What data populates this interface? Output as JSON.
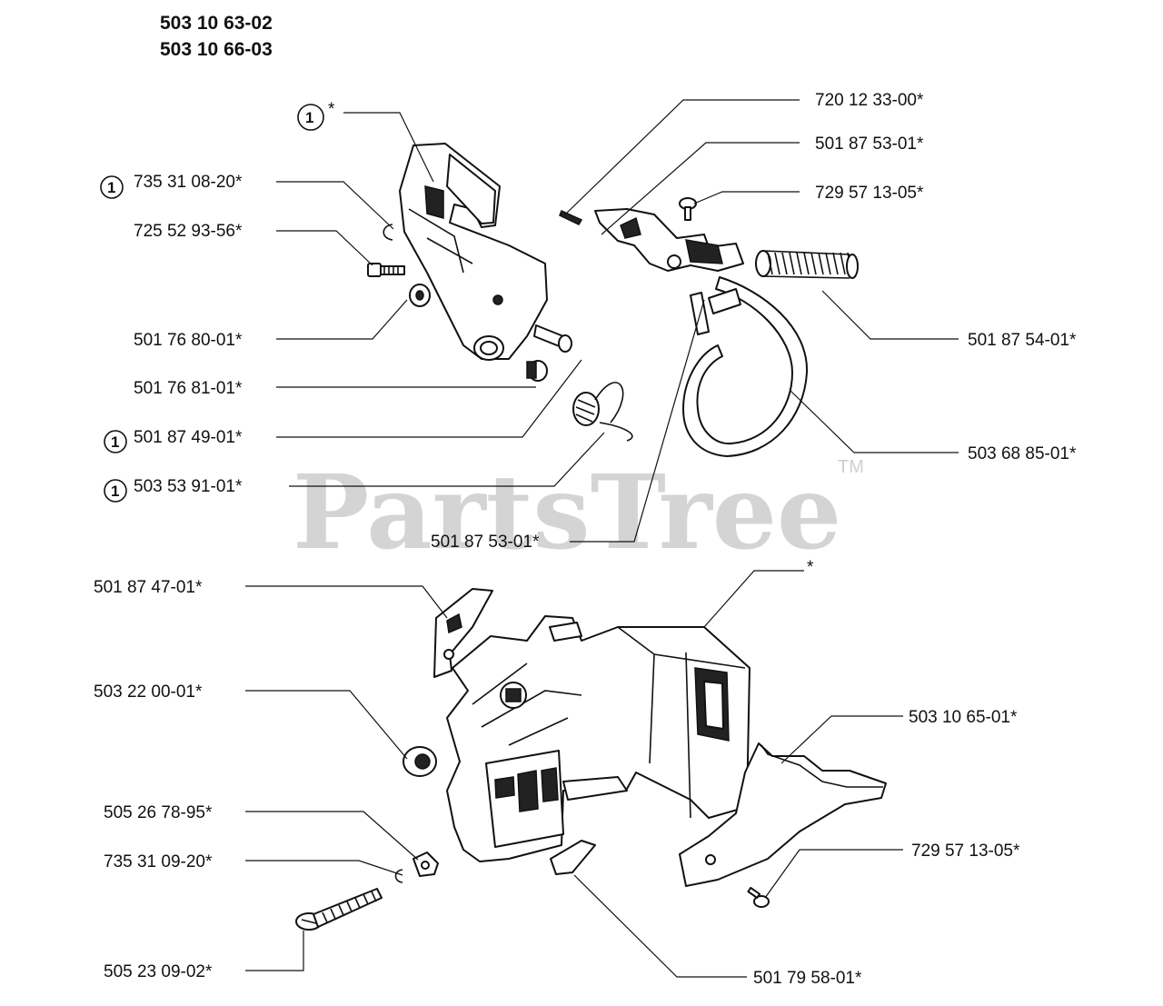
{
  "header": {
    "model_1": "503 10 63-02",
    "model_2": "503 10 66-03"
  },
  "watermark": {
    "text": "PartsTree",
    "trademark": "TM"
  },
  "kit_marker": "1",
  "labels": {
    "cover_star": "*",
    "p_735_31_08_20": "735 31 08-20*",
    "p_725_52_93_56": "725 52 93-56*",
    "p_501_76_80_01": "501 76 80-01*",
    "p_501_76_81_01": "501 76 81-01*",
    "p_501_87_49_01": "501 87 49-01*",
    "p_503_53_91_01": "503 53 91-01*",
    "p_720_12_33_00": "720 12 33-00*",
    "p_501_87_53_01_top": "501 87 53-01*",
    "p_729_57_13_05_top": "729 57 13-05*",
    "p_501_87_54_01": "501 87 54-01*",
    "p_503_68_85_01": "503 68 85-01*",
    "p_501_87_53_01_mid": "501 87 53-01*",
    "housing_star": "*",
    "p_501_87_47_01": "501 87 47-01*",
    "p_503_22_00_01": "503 22 00-01*",
    "p_503_10_65_01": "503 10 65-01*",
    "p_505_26_78_95": "505 26 78-95*",
    "p_735_31_09_20": "735 31 09-20*",
    "p_729_57_13_05_bot": "729 57 13-05*",
    "p_505_23_09_02": "505 23 09-02*",
    "p_501_79_58_01": "501 79 58-01*"
  }
}
